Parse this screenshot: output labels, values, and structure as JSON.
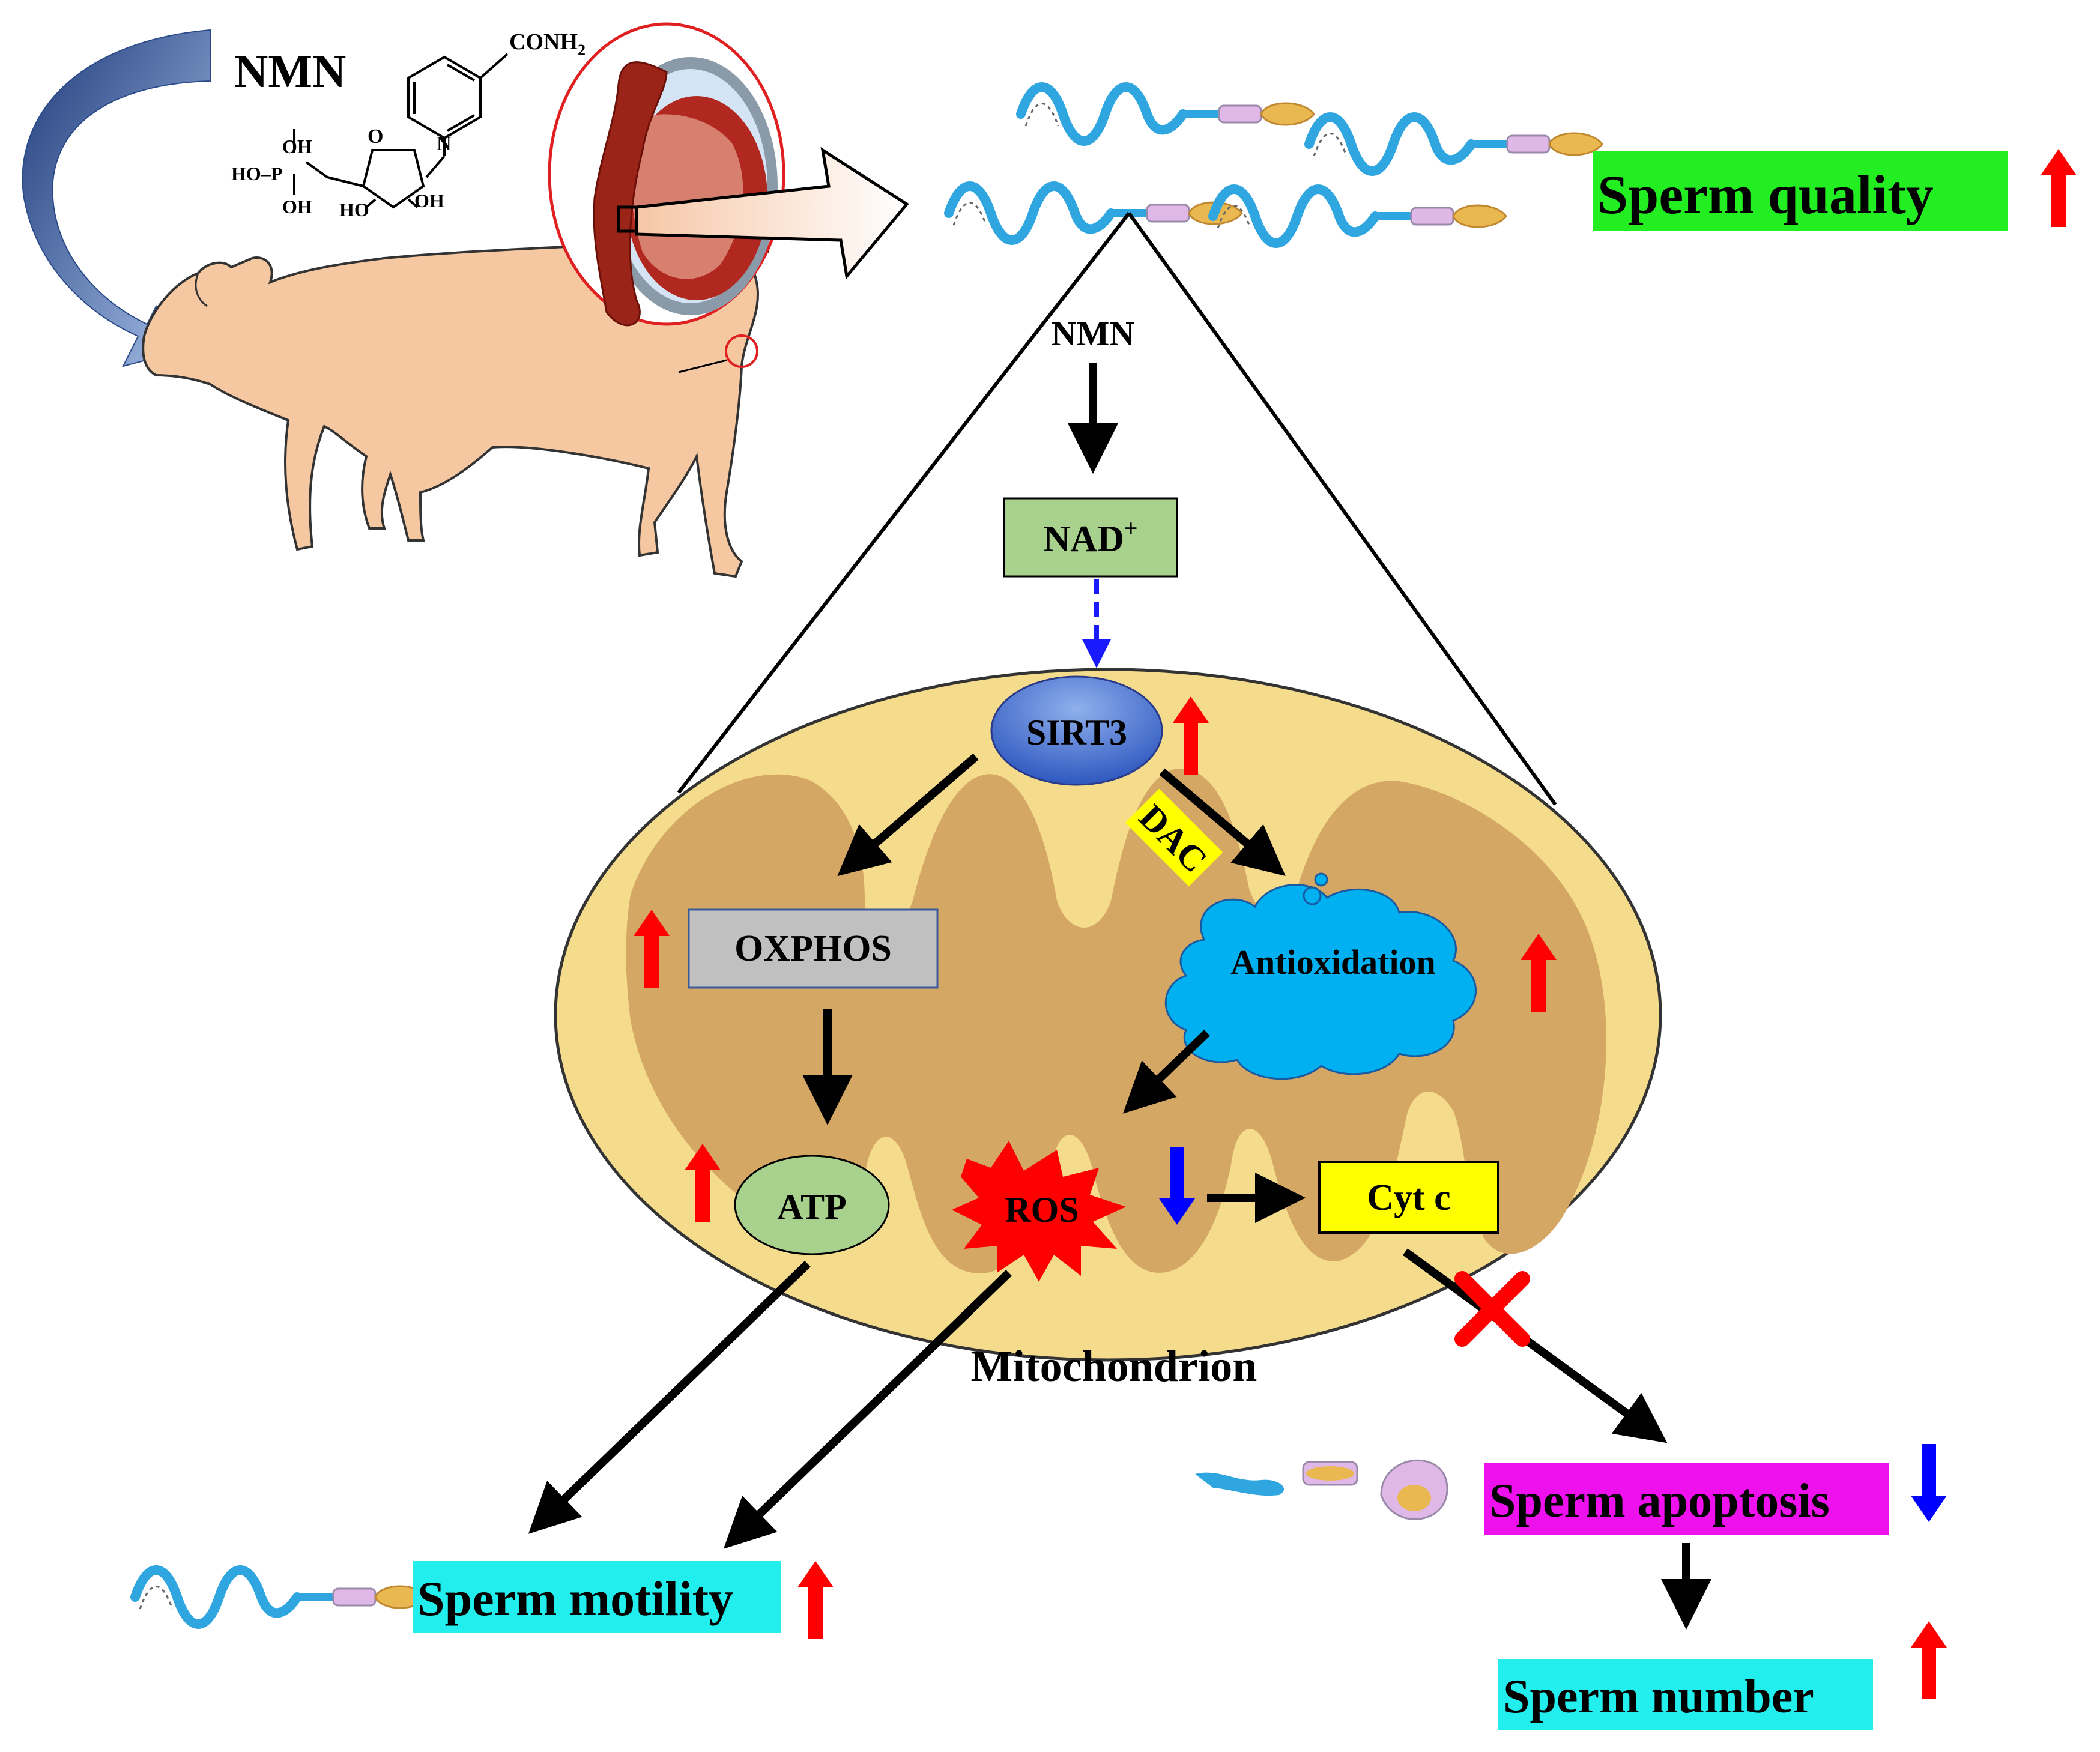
{
  "header": {
    "nmn_title": "NMN",
    "structure": {
      "conh2": "CONH",
      "conh2_sub": "2",
      "oh_top": "OH",
      "ho_p": "HO–P",
      "oh_bottom": "OH",
      "ho_ring": "HO",
      "oh_ring": "OH",
      "o_ring": "O",
      "n_ring": "N"
    }
  },
  "outcomes": {
    "quality": "Sperm quality",
    "motility": "Sperm motility",
    "apoptosis": "Sperm apoptosis",
    "number": "Sperm number"
  },
  "pathway": {
    "nmn": "NMN",
    "nad": "NAD",
    "nad_sup": "+",
    "sirt3": "SIRT3",
    "dac": "DAC",
    "oxphos": "OXPHOS",
    "antioxidation": "Antioxidation",
    "atp": "ATP",
    "ros": "ROS",
    "cytc": "Cyt c",
    "mitochondrion": "Mitochondrion"
  },
  "colors": {
    "quality_bg": "#22ee22",
    "motility_bg": "#22eeee",
    "apoptosis_bg": "#ee11ee",
    "number_bg": "#22eeee",
    "nad_bg": "#a9d18e",
    "oxphos_bg": "#c0c0c0",
    "atp_bg": "#a9d18e",
    "cytc_bg": "#ffff00",
    "dac_bg": "#ffff00",
    "ros_red": "#ff0000",
    "cloud_blue": "#00b0f0",
    "mito_outer": "#f5dc8c",
    "mito_inner": "#d4a764",
    "pig": "#f6c8a2",
    "up_arrow": "#ff0000",
    "down_arrow": "#0000ff"
  },
  "icons": [
    "up-arrow-icon",
    "down-arrow-icon",
    "block-x-icon",
    "sperm-icon",
    "pig-icon",
    "testis-icon"
  ]
}
